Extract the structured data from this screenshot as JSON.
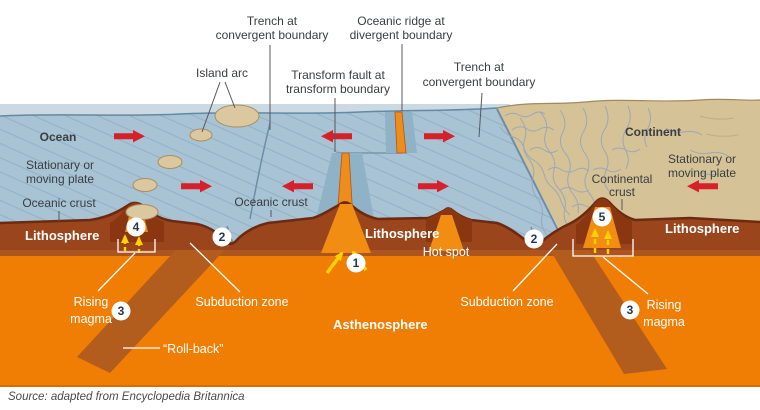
{
  "source_line": "Source: adapted from Encyclopedia Britannica",
  "colors": {
    "sky": "#cbd9e3",
    "ocean": "#a8c3d4",
    "ocean_hatch": "#7fa2b8",
    "continent": "#d5c296",
    "mountain_lines": "#95a5bf",
    "island": "#dcc8a0",
    "lithosphere": "#9b451d",
    "lithosphere_edge": "#6e2a10",
    "lithosphere_base": "#ad5520",
    "asthenosphere": "#f07d04",
    "slab": "#b25c1d",
    "magma": "#f18d13",
    "arrow_red": "#d6202a",
    "arrow_yellow": "#ffd200",
    "label_dark": "#3a3e42",
    "label_white": "#ffffff",
    "number_navy": "#26384f"
  },
  "top_labels": {
    "trench1": {
      "line1": "Trench at",
      "line2": "convergent boundary"
    },
    "island_arc": {
      "line1": "Island arc"
    },
    "transform": {
      "line1": "Transform fault at",
      "line2": "transform boundary"
    },
    "ridge": {
      "line1": "Oceanic ridge at",
      "line2": "divergent boundary"
    },
    "trench2": {
      "line1": "Trench at",
      "line2": "convergent boundary"
    }
  },
  "surface_labels": {
    "ocean": "Ocean",
    "stationary_left_1": "Stationary or",
    "stationary_left_2": "moving plate",
    "oceanic_crust_left": "Oceanic crust",
    "oceanic_crust_mid": "Oceanic crust",
    "continent": "Continent",
    "stationary_right_1": "Stationary or",
    "stationary_right_2": "moving plate",
    "continental_crust_1": "Continental",
    "continental_crust_2": "crust"
  },
  "section_labels": {
    "lithosphere_left": "Lithosphere",
    "lithosphere_mid": "Lithosphere",
    "lithosphere_right": "Lithosphere",
    "hot_spot": "Hot spot",
    "asthenosphere": "Asthenosphere",
    "rising_magma_left_1": "Rising",
    "rising_magma_left_2": "magma",
    "rising_magma_right_1": "Rising",
    "rising_magma_right_2": "magma",
    "subduction_left": "Subduction zone",
    "subduction_right": "Subduction zone",
    "rollback": "“Roll-back”"
  },
  "markers": {
    "m1": "1",
    "m2a": "2",
    "m2b": "2",
    "m3a": "3",
    "m3b": "3",
    "m4": "4",
    "m5": "5"
  }
}
